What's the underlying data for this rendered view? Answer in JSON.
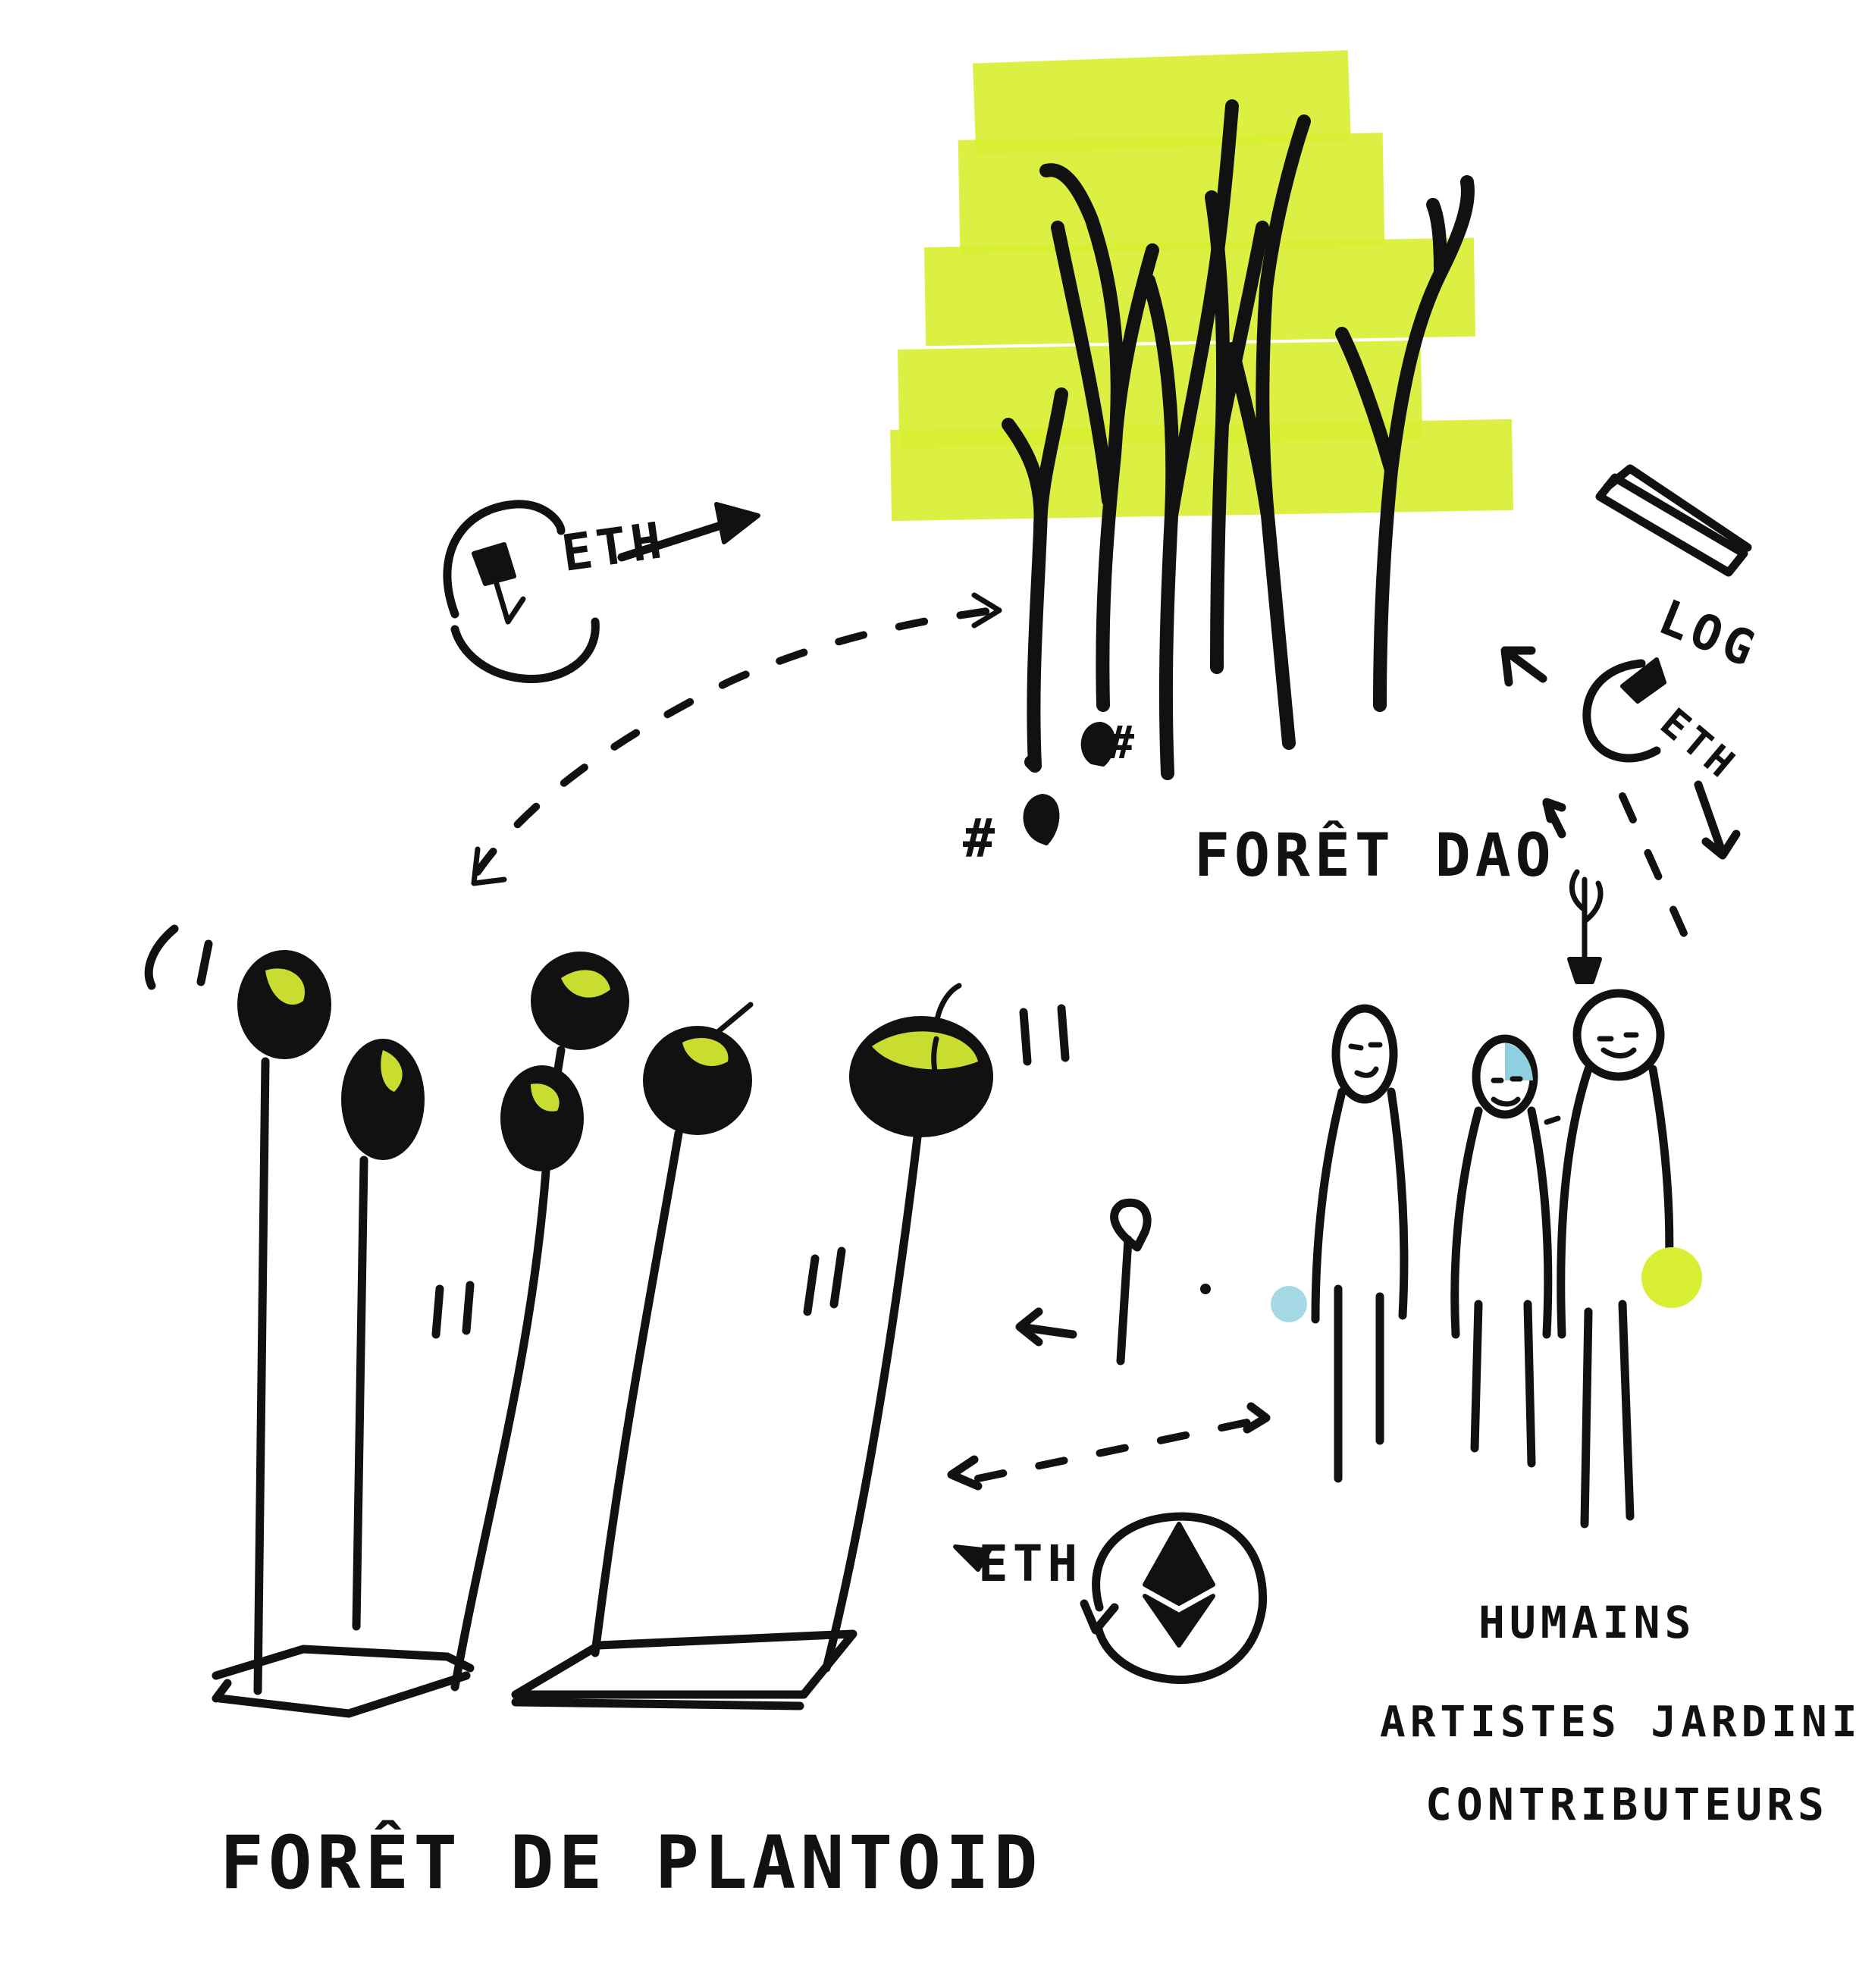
{
  "colors": {
    "ink": "#111111",
    "highlight": "#d8ef33",
    "accent_blue": "#8fd0e0",
    "paper": "#ffffff"
  },
  "labels": {
    "foret_dao": "FORÊT DAO",
    "foret_plantoid": "FORÊT DE PLANTOID",
    "humains": "HUMAINS",
    "artistes_jardiniers": "ARTISTES JARDINIERS",
    "contributeurs": "CONTRIBUTEURS",
    "log": "LOG",
    "eth_top": "ETH",
    "eth_right": "ETH",
    "eth_bottom": "ETH"
  },
  "icons": {
    "trees": "tree-icon",
    "plantoids": "plantoid-icon",
    "humans": "human-figure-icon",
    "ethereum": "ethereum-logo-icon",
    "cycle": "cycle-arrow-icon",
    "plant_pot": "potted-plant-icon",
    "seed": "seed-icon",
    "log": "log-icon"
  }
}
